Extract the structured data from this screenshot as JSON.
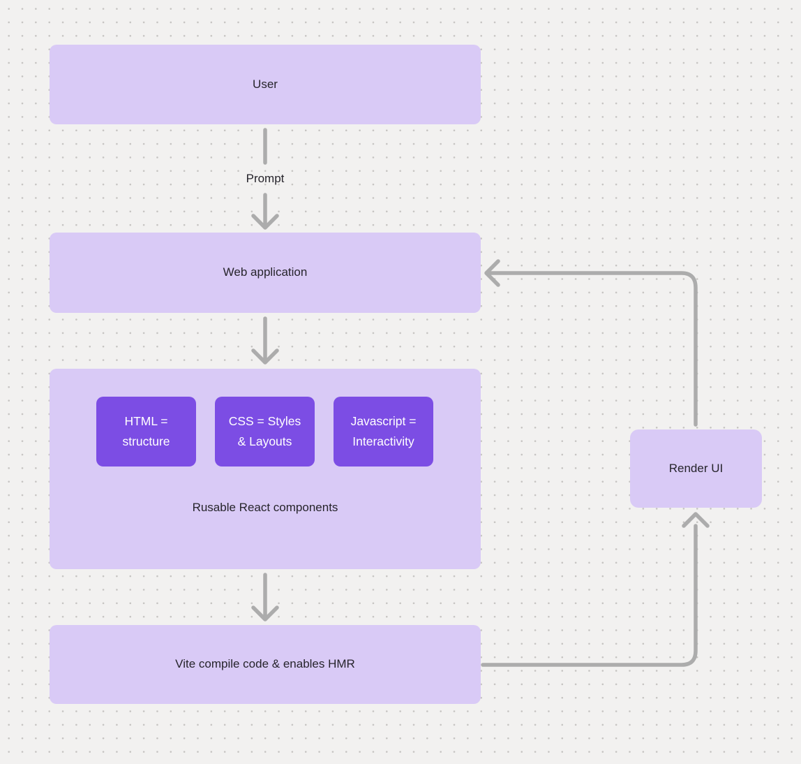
{
  "colors": {
    "background": "#f2f1f0",
    "grid_dot": "#c5c3c1",
    "node_fill": "#d9caf6",
    "chip_fill": "#7c4de4",
    "node_text": "#26242b",
    "chip_text": "#ffffff",
    "connector": "#acacac"
  },
  "nodes": {
    "user": {
      "label": "User"
    },
    "web_application": {
      "label": "Web application"
    },
    "components": {
      "caption": "Rusable React components",
      "children": [
        {
          "lines": [
            "HTML =",
            "structure"
          ]
        },
        {
          "lines": [
            "CSS = Styles",
            "& Layouts"
          ]
        },
        {
          "lines": [
            "Javascript =",
            "Interactivity"
          ]
        }
      ]
    },
    "vite": {
      "label": "Vite compile code & enables HMR"
    },
    "render_ui": {
      "label": "Render UI"
    }
  },
  "edges": {
    "prompt_label": "Prompt"
  }
}
